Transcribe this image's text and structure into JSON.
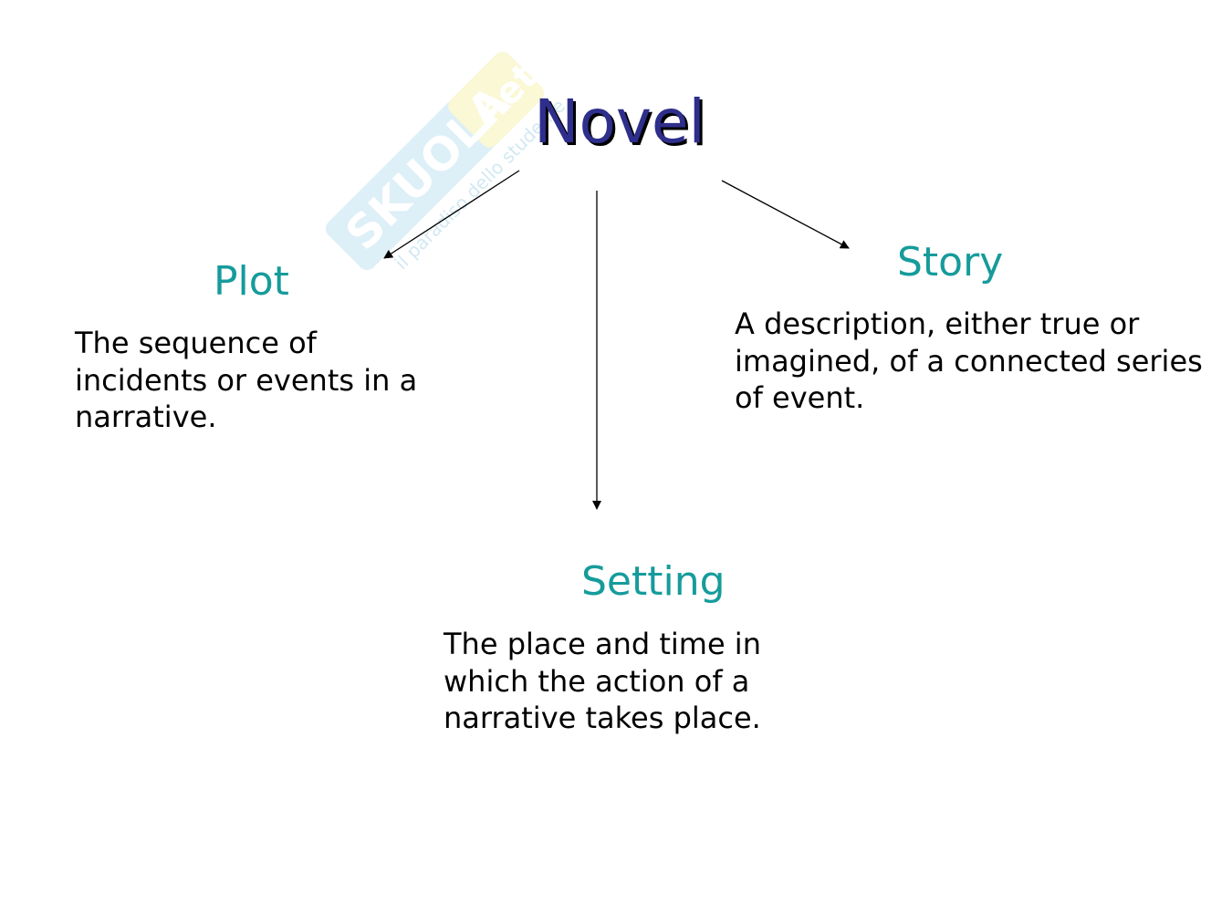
{
  "diagram": {
    "root": {
      "label": "Novel"
    },
    "nodes": [
      {
        "id": "plot",
        "heading": "Plot",
        "text": "The sequence of incidents or events in a narrative."
      },
      {
        "id": "story",
        "heading": "Story",
        "text": "A description, either true or imagined, of a connected series of event."
      },
      {
        "id": "setting",
        "heading": "Setting",
        "text": "The place and time in which the action of a narrative takes place."
      }
    ],
    "edges": [
      {
        "from": "Novel",
        "to": "Plot"
      },
      {
        "from": "Novel",
        "to": "Setting"
      },
      {
        "from": "Novel",
        "to": "Story"
      }
    ]
  },
  "watermark": {
    "text": "skuola.net",
    "subtext": "il paradiso dello studente"
  },
  "colors": {
    "title": "#2e2e8c",
    "heading": "#169b9b",
    "body_text": "#000000",
    "watermark": "#9fd4ea"
  }
}
